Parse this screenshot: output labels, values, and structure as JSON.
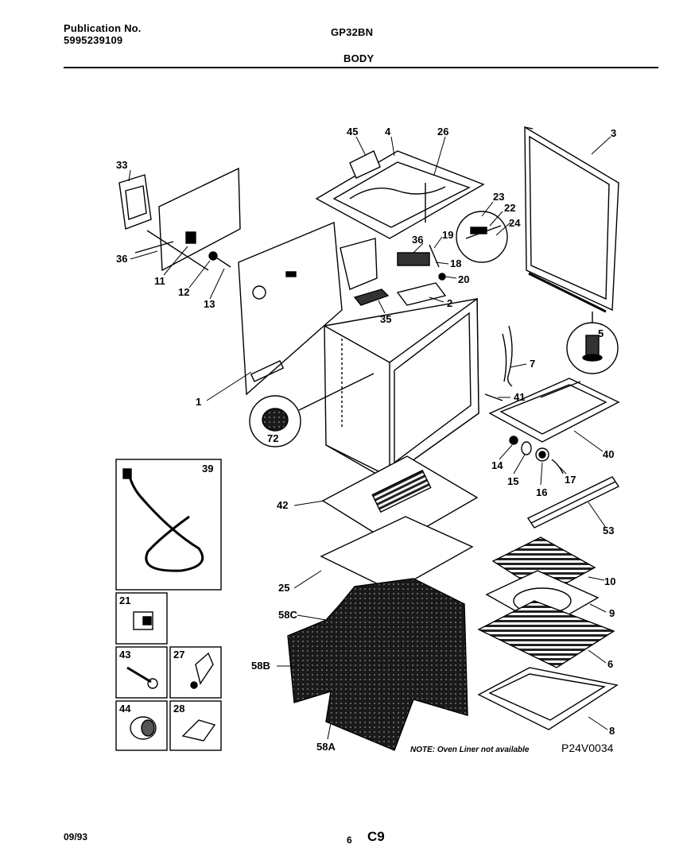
{
  "header": {
    "publication_label": "Publication No.",
    "publication_number": "5995239109",
    "model": "GP32BN",
    "section": "BODY"
  },
  "callouts": {
    "c45": "45",
    "c4": "4",
    "c26": "26",
    "c3": "3",
    "c33": "33",
    "c23": "23",
    "c22": "22",
    "c24": "24",
    "c19": "19",
    "c36a": "36",
    "c36b": "36",
    "c18": "18",
    "c20": "20",
    "c11": "11",
    "c12": "12",
    "c13": "13",
    "c2": "2",
    "c35": "35",
    "c5": "5",
    "c7": "7",
    "c1": "1",
    "c41": "41",
    "c72": "72",
    "c40": "40",
    "c39": "39",
    "c14": "14",
    "c15": "15",
    "c16": "16",
    "c17": "17",
    "c42": "42",
    "c53": "53",
    "c10": "10",
    "c25": "25",
    "c9": "9",
    "c21": "21",
    "c58c": "58C",
    "c6": "6",
    "c43": "43",
    "c27": "27",
    "c58b": "58B",
    "c8": "8",
    "c44": "44",
    "c28": "28",
    "c58a": "58A"
  },
  "note": "NOTE: Oven Liner not available",
  "diagram_code": "P24V0034",
  "footer": {
    "date": "09/93",
    "page_number": "6",
    "page_code": "C9"
  }
}
